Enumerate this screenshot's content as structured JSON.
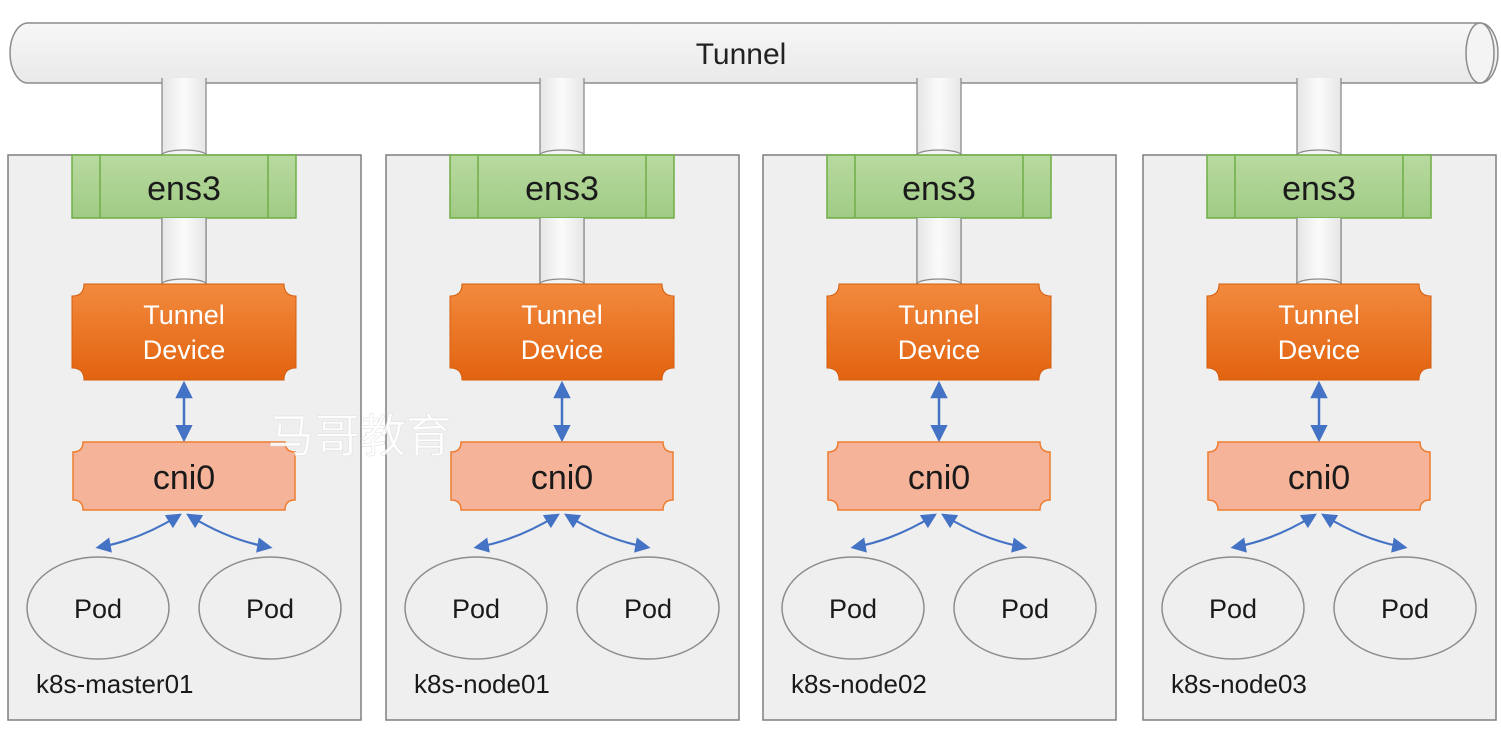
{
  "tunnel": {
    "label": "Tunnel"
  },
  "nodes": [
    {
      "name": "k8s-master01",
      "nic": "ens3",
      "tunnel_device": [
        "Tunnel",
        "Device"
      ],
      "bridge": "cni0",
      "pods": [
        "Pod",
        "Pod"
      ]
    },
    {
      "name": "k8s-node01",
      "nic": "ens3",
      "tunnel_device": [
        "Tunnel",
        "Device"
      ],
      "bridge": "cni0",
      "pods": [
        "Pod",
        "Pod"
      ]
    },
    {
      "name": "k8s-node02",
      "nic": "ens3",
      "tunnel_device": [
        "Tunnel",
        "Device"
      ],
      "bridge": "cni0",
      "pods": [
        "Pod",
        "Pod"
      ]
    },
    {
      "name": "k8s-node03",
      "nic": "ens3",
      "tunnel_device": [
        "Tunnel",
        "Device"
      ],
      "bridge": "cni0",
      "pods": [
        "Pod",
        "Pod"
      ]
    }
  ],
  "watermark": "马哥教育",
  "colors": {
    "node_fill": "#efefef",
    "node_stroke": "#7f7f7f",
    "nic_fill": "#a9d18e",
    "nic_stroke": "#70ad47",
    "tunnel_device_fill": "#e8701f",
    "bridge_fill": "#f5b399",
    "bridge_stroke": "#ed7d31",
    "arrow": "#4472c4",
    "pipe_fill": "#f4f4f4",
    "pipe_stroke": "#8c8c8c"
  }
}
